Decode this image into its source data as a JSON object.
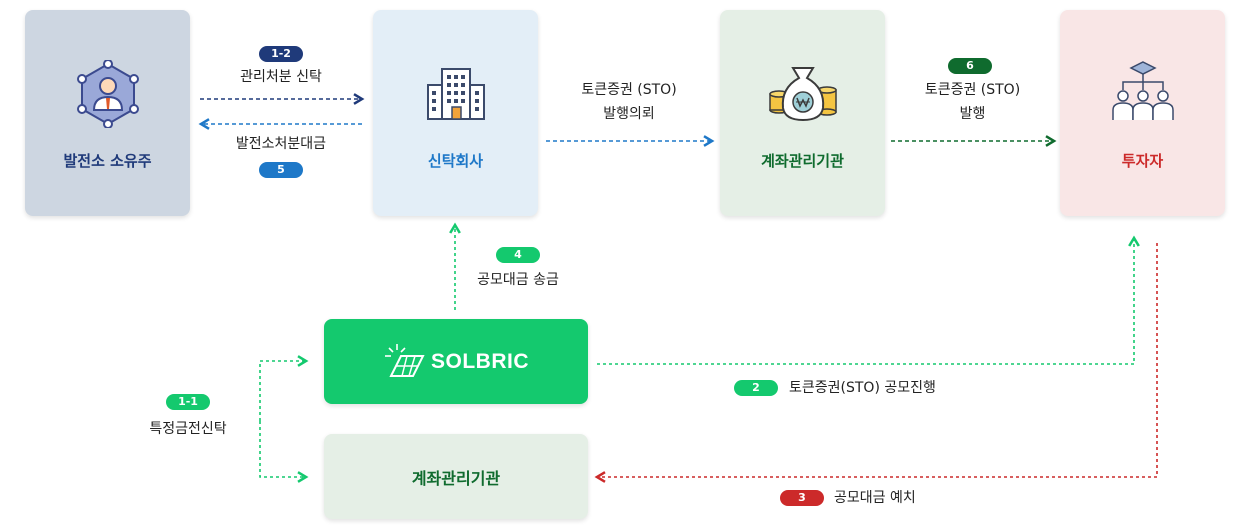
{
  "nodes": {
    "owner": {
      "title": "발전소 소유주",
      "icon": "person-network-icon"
    },
    "trust": {
      "title": "신탁회사",
      "icon": "building-icon"
    },
    "custody_top": {
      "title": "계좌관리기관",
      "icon": "money-bag-icon"
    },
    "investor": {
      "title": "투자자",
      "icon": "investors-icon"
    },
    "solbric": {
      "title": "SOLBRIC",
      "icon": "solbric-logo-icon"
    },
    "custody_bottom": {
      "title": "계좌관리기관"
    }
  },
  "flows": {
    "f1_2": {
      "badge": "1-2",
      "label": "관리처분 신탁"
    },
    "f5": {
      "badge": "5",
      "label": "발전소처분대금"
    },
    "sto_request": {
      "line1": "토큰증권 (STO)",
      "line2": "발행의뢰"
    },
    "f6": {
      "badge": "6",
      "line1": "토큰증권 (STO)",
      "line2": "발행"
    },
    "f4": {
      "badge": "4",
      "label": "공모대금 송금"
    },
    "f1_1": {
      "badge": "1-1",
      "label": "특정금전신탁"
    },
    "f2": {
      "badge": "2",
      "label": "토큰증권(STO) 공모진행"
    },
    "f3": {
      "badge": "3",
      "label": "공모대금 예치"
    }
  },
  "colors": {
    "navy": "#1f3a7a",
    "blue": "#1e78c8",
    "dark_green": "#0f6b2e",
    "bright_green": "#14c96e",
    "red": "#cc2a2a"
  }
}
